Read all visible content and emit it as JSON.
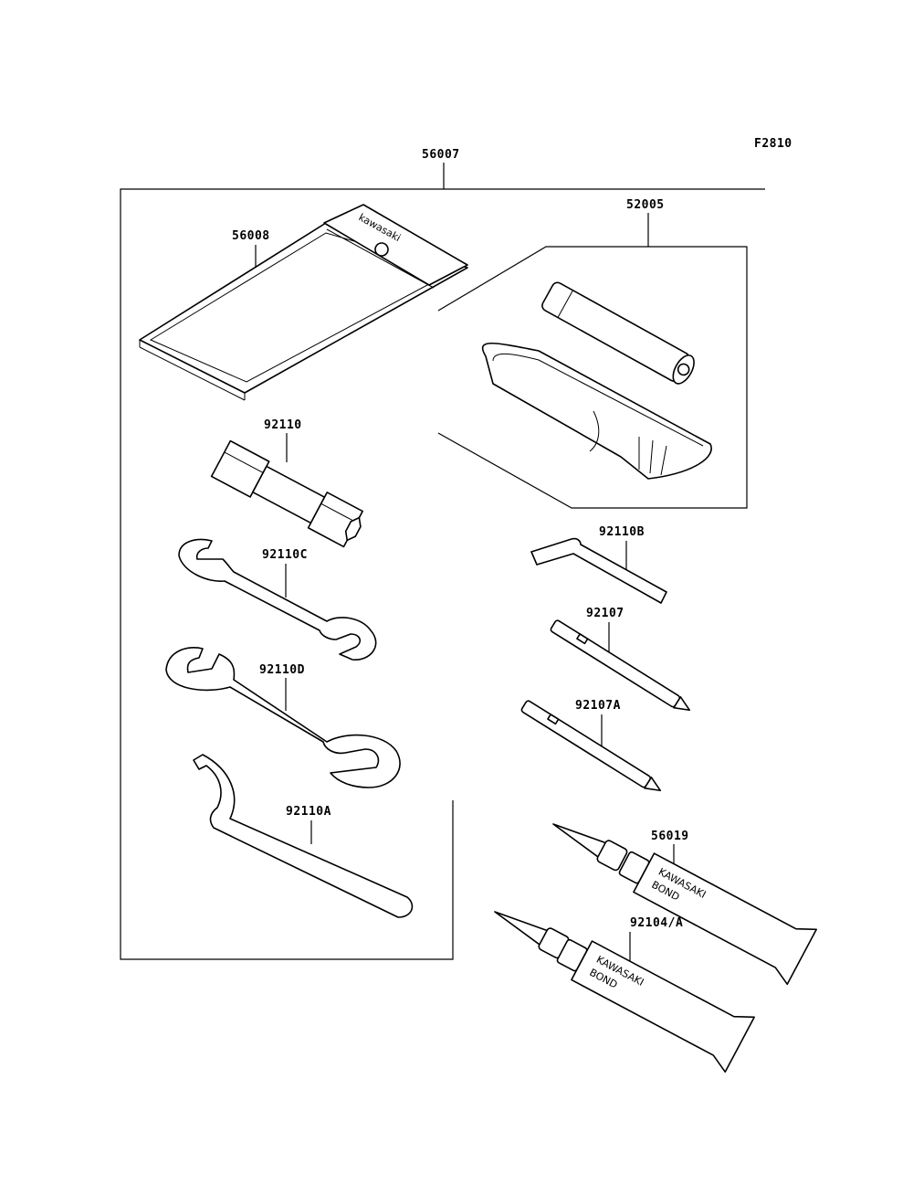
{
  "figure_code": "F2810",
  "parts": {
    "tool_kit": "56007",
    "case": "56008",
    "pump_set": "52005",
    "plug_wrench": "92110",
    "hex_wrench": "92110B",
    "wrench_c": "92110C",
    "wrench_d": "92110D",
    "hook_wrench": "92110A",
    "driver": "92107",
    "driver_a": "92107A",
    "bond_tube": "56019",
    "bond_tube_a": "92104/A"
  },
  "markings": {
    "case_brand": "kawasaki",
    "tube_brand": "KAWASAKI",
    "tube_bond": "BOND",
    "tube_bond_alt": "BOND"
  }
}
